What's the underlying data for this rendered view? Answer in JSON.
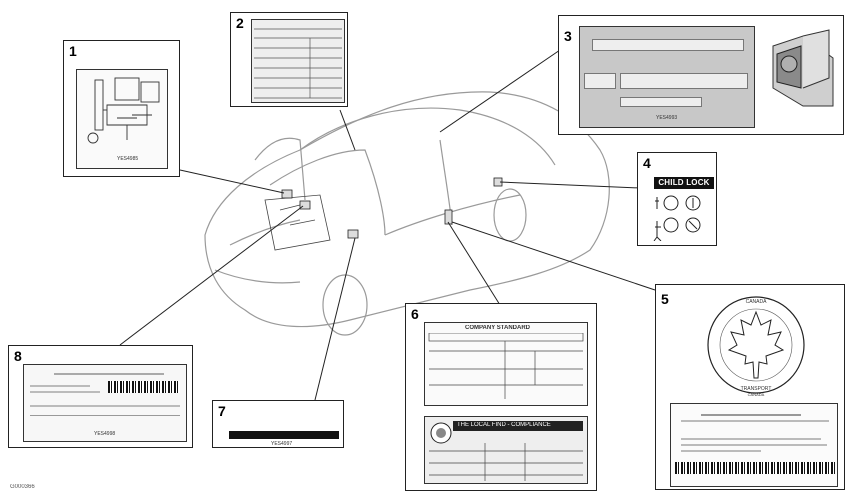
{
  "callouts": [
    {
      "number": "1",
      "code": "YES4985"
    },
    {
      "number": "2"
    },
    {
      "number": "3",
      "code": "YES4993"
    },
    {
      "number": "4",
      "title": "CHILD LOCK"
    },
    {
      "number": "5",
      "seal_text": [
        "CANADA",
        "TRANSPORT",
        "CANADA"
      ]
    },
    {
      "number": "6",
      "header": "COMPANY STANDARD",
      "sub": "THE LOCAL FIND - COMPLIANCE"
    },
    {
      "number": "7",
      "code": "YES4997"
    },
    {
      "number": "8",
      "code": "YES4998"
    }
  ],
  "figure_code": "G000366",
  "colors": {
    "line": "#222222",
    "label_bg": "#f1f1f1",
    "label_grey": "#c8c8c8",
    "car_stroke": "#9a9a9a"
  },
  "icons": [
    "car-illustration",
    "maple-leaf-seal-icon",
    "child-lock-icon",
    "fuel-door-icon",
    "barcode-icon"
  ]
}
